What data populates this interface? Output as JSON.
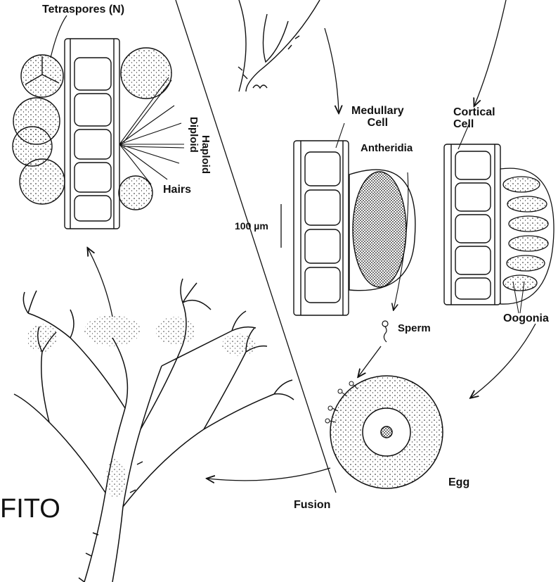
{
  "labels": {
    "tetraspores": "Tetraspores (N)",
    "hairs": "Hairs",
    "haploid": "Haploid",
    "diploid": "Diploid",
    "medullary_cell": "Medullary\nCell",
    "cortical_cell": "Cortical\nCell",
    "antheridia": "Antheridia",
    "scale": "100 µm",
    "sperm": "Sperm",
    "oogonia": "Oogonia",
    "egg": "Egg",
    "fusion": "Fusion",
    "fito": "FITO"
  },
  "colors": {
    "ink": "#111111",
    "background": "#ffffff"
  }
}
